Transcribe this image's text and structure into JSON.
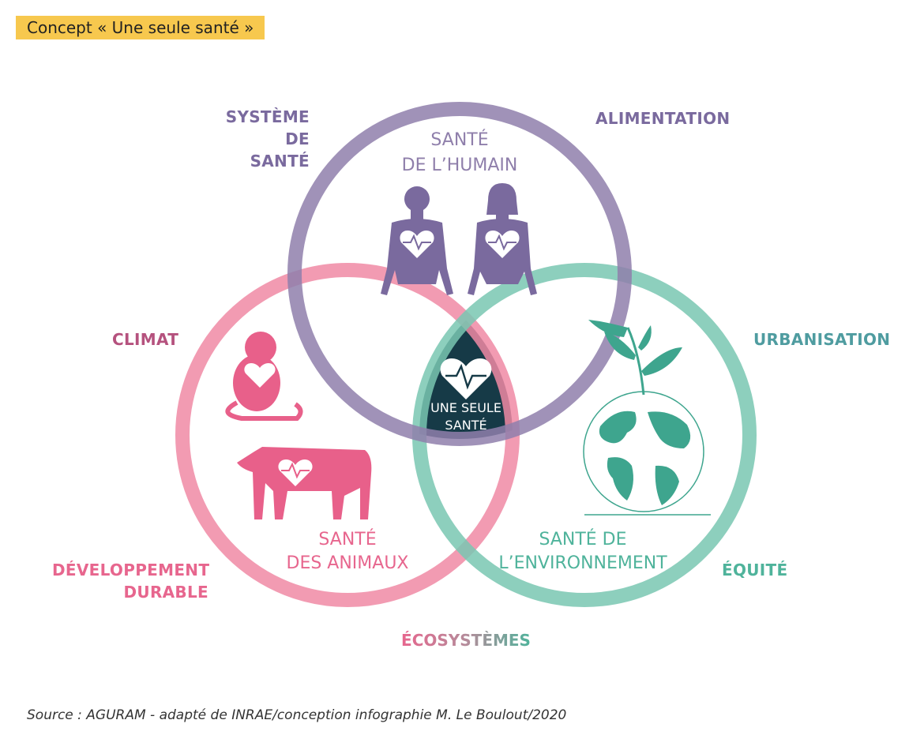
{
  "title": "Concept « Une seule santé »",
  "circles": {
    "human": {
      "line1": "SANTÉ",
      "line2": "DE L’HUMAIN",
      "color": "#8f7fab"
    },
    "animals": {
      "line1": "SANTÉ",
      "line2": "DES ANIMAUX",
      "color": "#f08aa5"
    },
    "environment": {
      "line1": "SANTÉ DE",
      "line2": "L’ENVIRONNEMENT",
      "color": "#79c7b1"
    }
  },
  "center": {
    "line1": "UNE SEULE",
    "line2": "SANTÉ",
    "color": "#163a47"
  },
  "outer_labels": {
    "systeme_line1": "SYSTÈME DE",
    "systeme_line2": "SANTÉ",
    "alimentation": "ALIMENTATION",
    "climat": "CLIMAT",
    "urbanisation": "URBANISATION",
    "developpement_line1": "DÉVELOPPEMENT",
    "developpement_line2": "DURABLE",
    "equite": "ÉQUITÉ",
    "ecosystemes": "ÉCOSYSTÈMES"
  },
  "icons": [
    "man-heart-icon",
    "woman-heart-icon",
    "monkey-heart-icon",
    "cow-heart-icon",
    "plant-globe-icon",
    "center-heart-icon"
  ],
  "source": "Source : AGURAM - adapté de INRAE/conception infographie M. Le Boulout/2020"
}
